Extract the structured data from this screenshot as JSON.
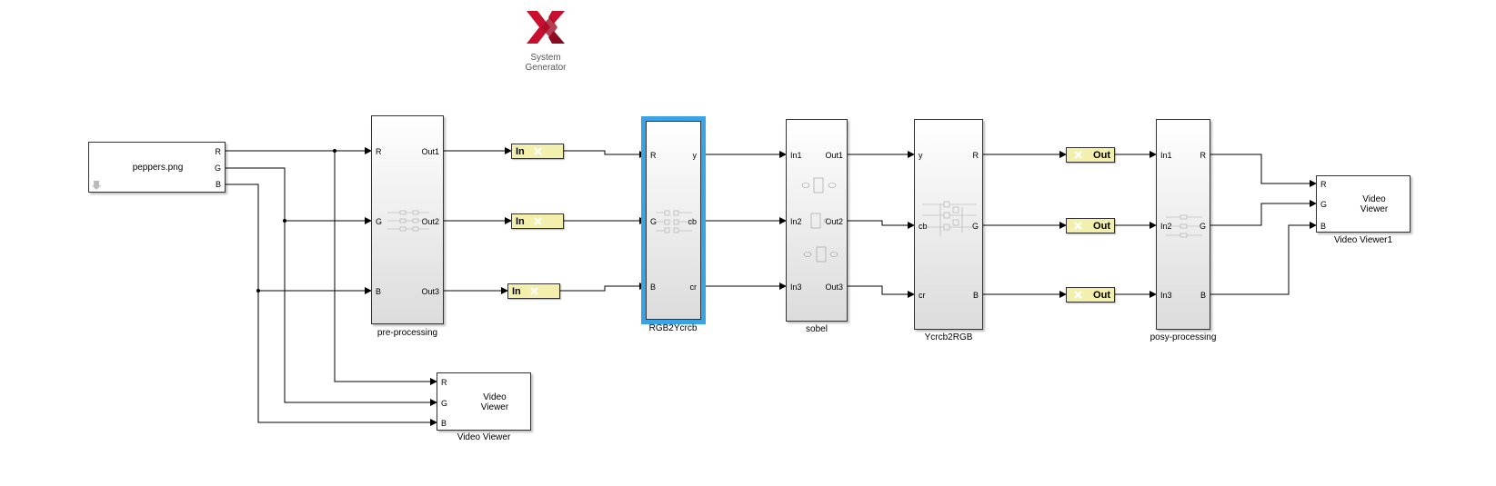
{
  "logo": {
    "line1": "System",
    "line2": "Generator",
    "icon": "xilinx-logo-icon"
  },
  "source": {
    "label": "peppers.png",
    "ports": [
      "R",
      "G",
      "B"
    ],
    "icon": "arrow-down-icon"
  },
  "preprocessing": {
    "caption": "pre-processing",
    "inputs": [
      "R",
      "G",
      "B"
    ],
    "outputs": [
      "Out1",
      "Out2",
      "Out3"
    ]
  },
  "gateway_in": {
    "label": "In",
    "count": 3
  },
  "rgb2ycrcb": {
    "caption": "RGB2Ycrcb",
    "inputs": [
      "R",
      "G",
      "B"
    ],
    "outputs": [
      "y",
      "cb",
      "cr"
    ]
  },
  "sobel": {
    "caption": "sobel",
    "inputs": [
      "In1",
      "In2",
      "In3"
    ],
    "outputs": [
      "Out1",
      "Out2",
      "Out3"
    ]
  },
  "ycrcb2rgb": {
    "caption": "Ycrcb2RGB",
    "inputs": [
      "y",
      "cb",
      "cr"
    ],
    "outputs": [
      "R",
      "G",
      "B"
    ]
  },
  "gateway_out": {
    "label": "Out",
    "count": 3
  },
  "postprocessing": {
    "caption": "posy-processing",
    "inputs": [
      "In1",
      "In2",
      "In3"
    ],
    "outputs": [
      "R",
      "G",
      "B"
    ]
  },
  "viewer1": {
    "caption": "Video Viewer1",
    "line1": "Video",
    "line2": "Viewer",
    "inputs": [
      "R",
      "G",
      "B"
    ]
  },
  "viewer0": {
    "caption": "Video Viewer",
    "line1": "Video",
    "line2": "Viewer",
    "inputs": [
      "R",
      "G",
      "B"
    ]
  },
  "colors": {
    "gateway_fill": "#f3f0ad",
    "selection": "#3aa3e6",
    "logo_red": "#c8102e"
  }
}
